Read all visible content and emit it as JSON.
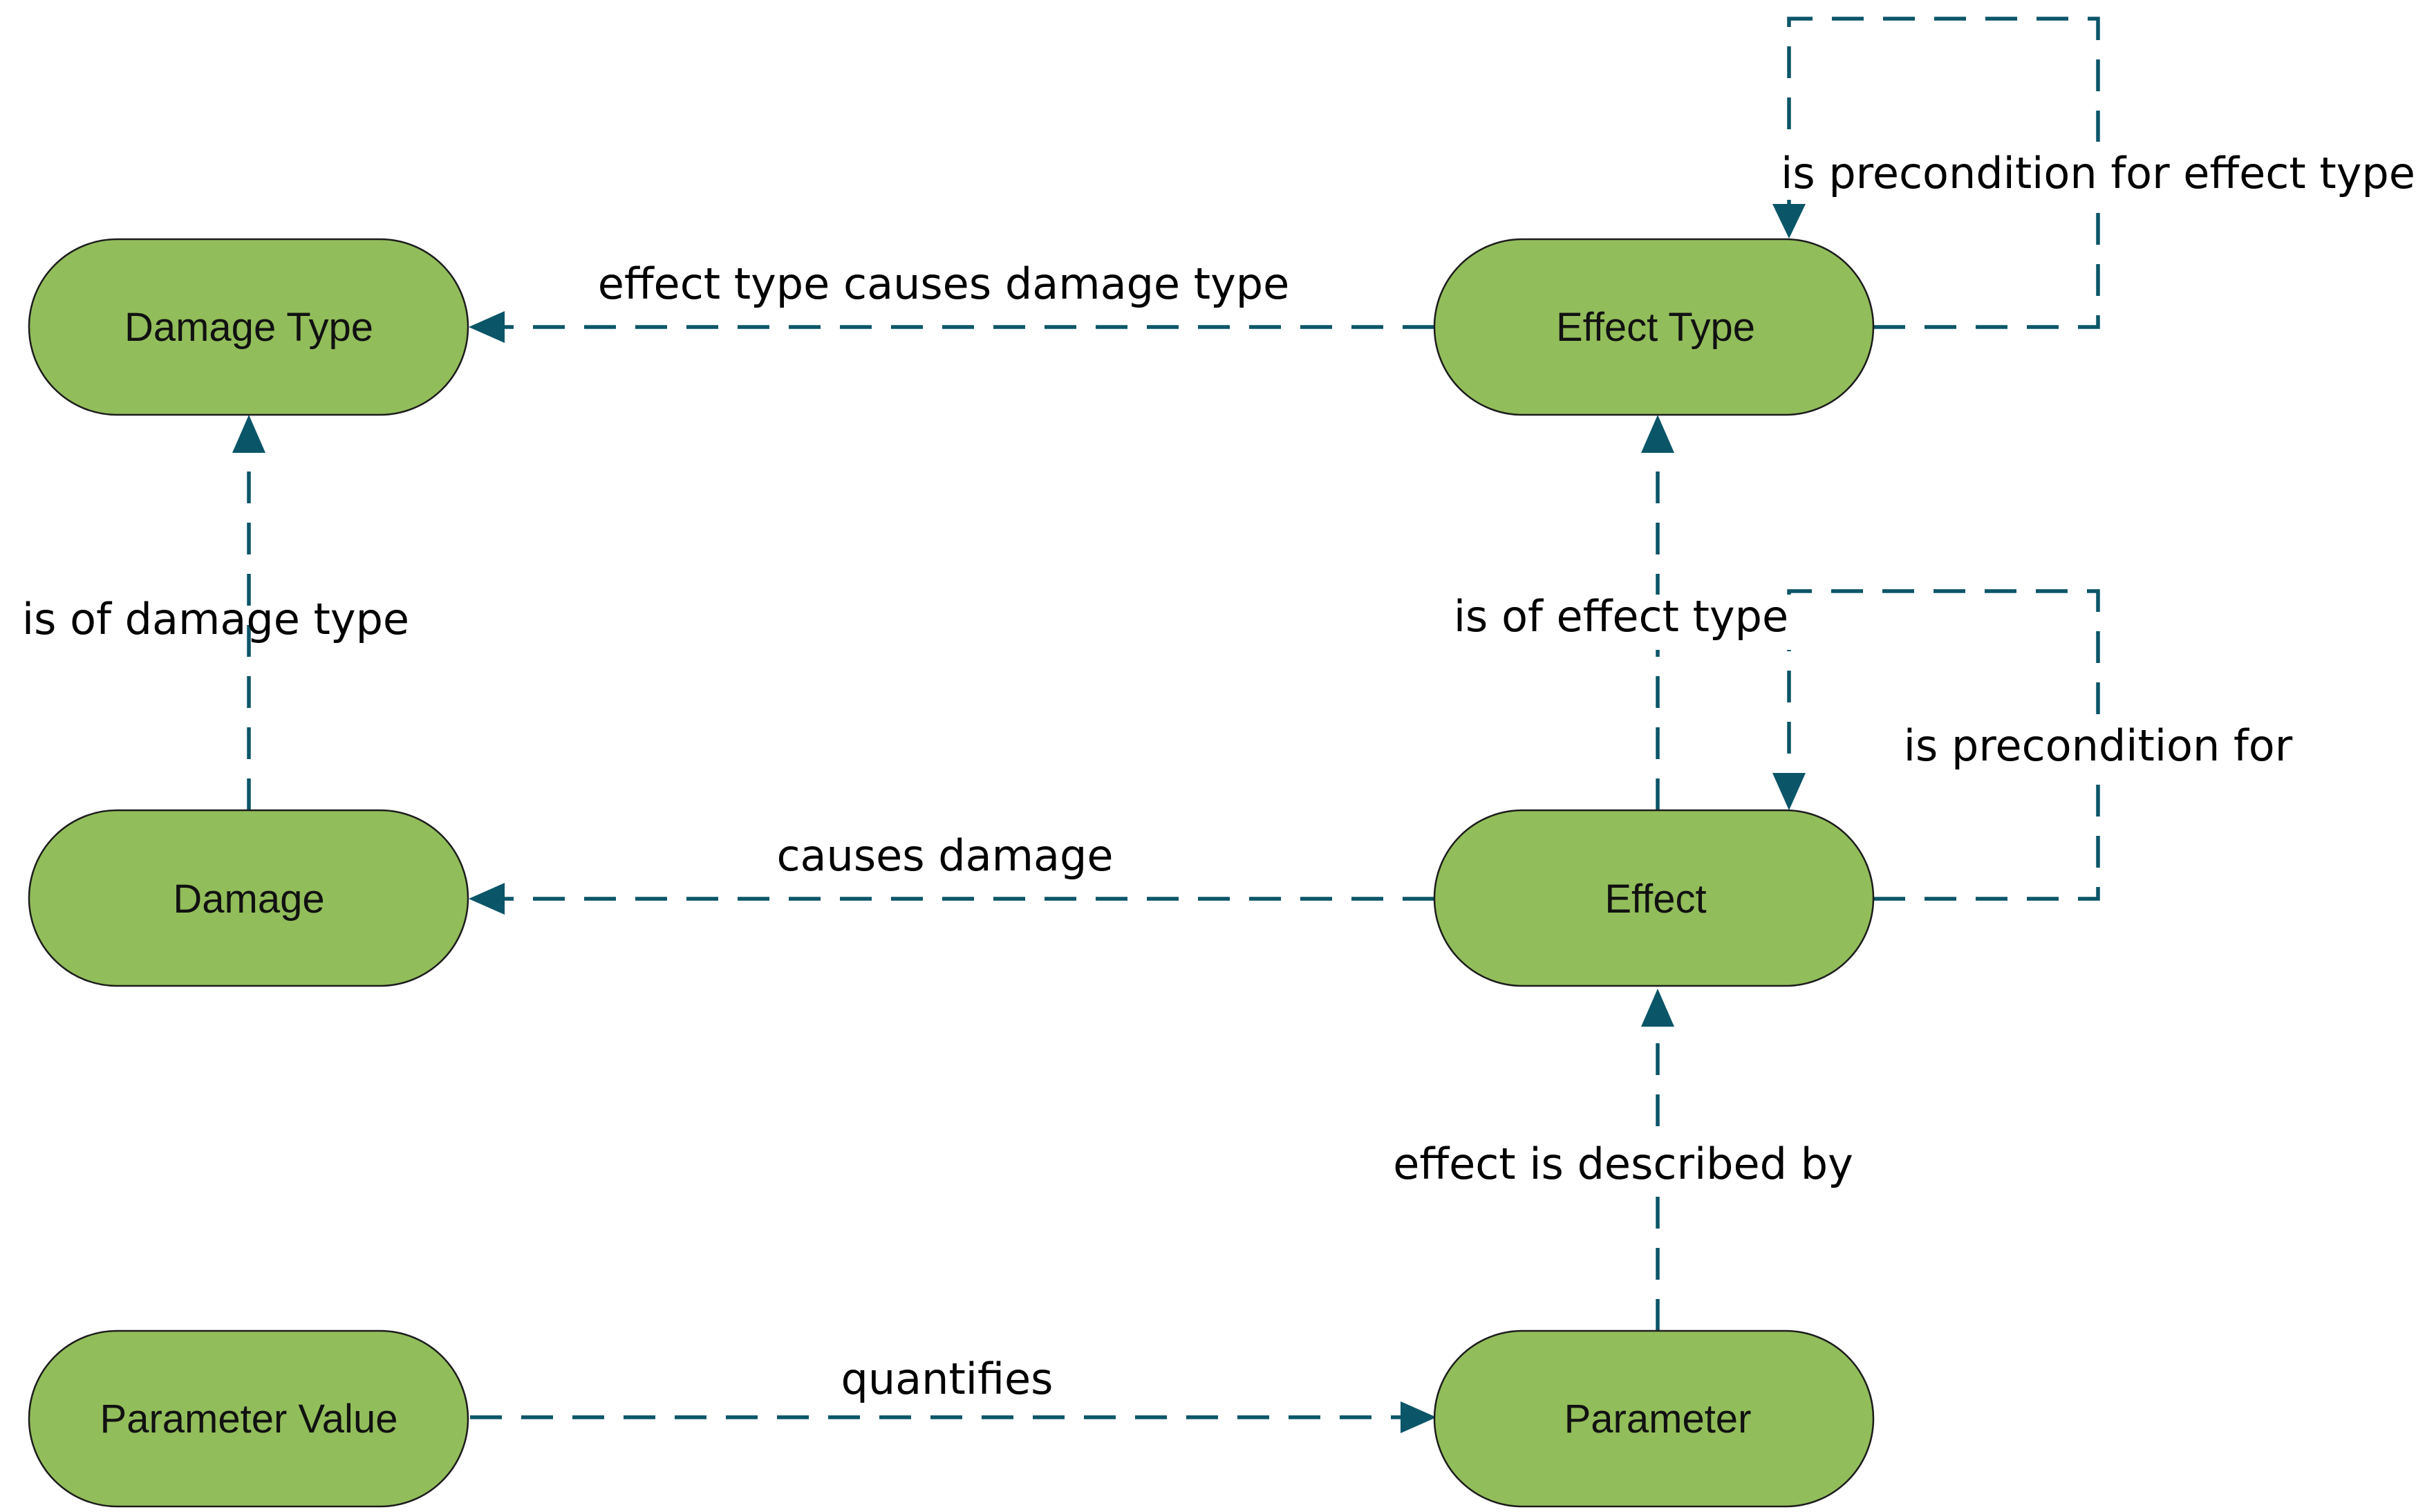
{
  "nodes": {
    "damage_type": "Damage Type",
    "effect_type": "Effect Type",
    "damage": "Damage",
    "effect": "Effect",
    "parameter_value": "Parameter Value",
    "parameter": "Parameter"
  },
  "edges": {
    "effect_type_causes_damage_type": "effect type causes damage type",
    "is_precondition_for_effect_type": "is precondition for effect type",
    "is_of_damage_type": "is of damage type",
    "is_of_effect_type": "is of effect type",
    "is_precondition_for": "is precondition for",
    "causes_damage": "causes damage",
    "effect_is_described_by": "effect is described by",
    "quantifies": "quantifies"
  },
  "colors": {
    "node_fill": "#92bd5b",
    "edge": "#0b5568"
  }
}
